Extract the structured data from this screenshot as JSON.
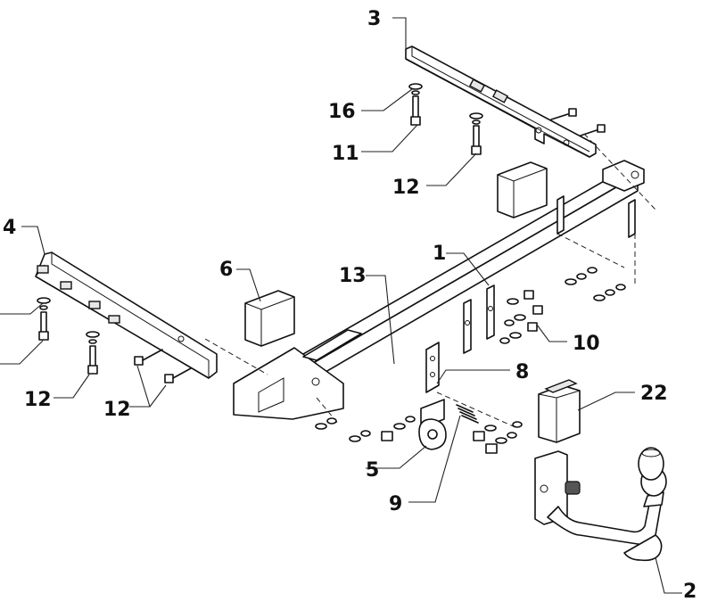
{
  "callouts": {
    "c1": "1",
    "c2": "2",
    "c3": "3",
    "c4": "4",
    "c5": "5",
    "c6": "6",
    "c8": "8",
    "c9": "9",
    "c10": "10",
    "c11": "11",
    "c12a": "12",
    "c12b": "12",
    "c12c": "12",
    "c13": "13",
    "c16": "16",
    "c22": "22"
  }
}
